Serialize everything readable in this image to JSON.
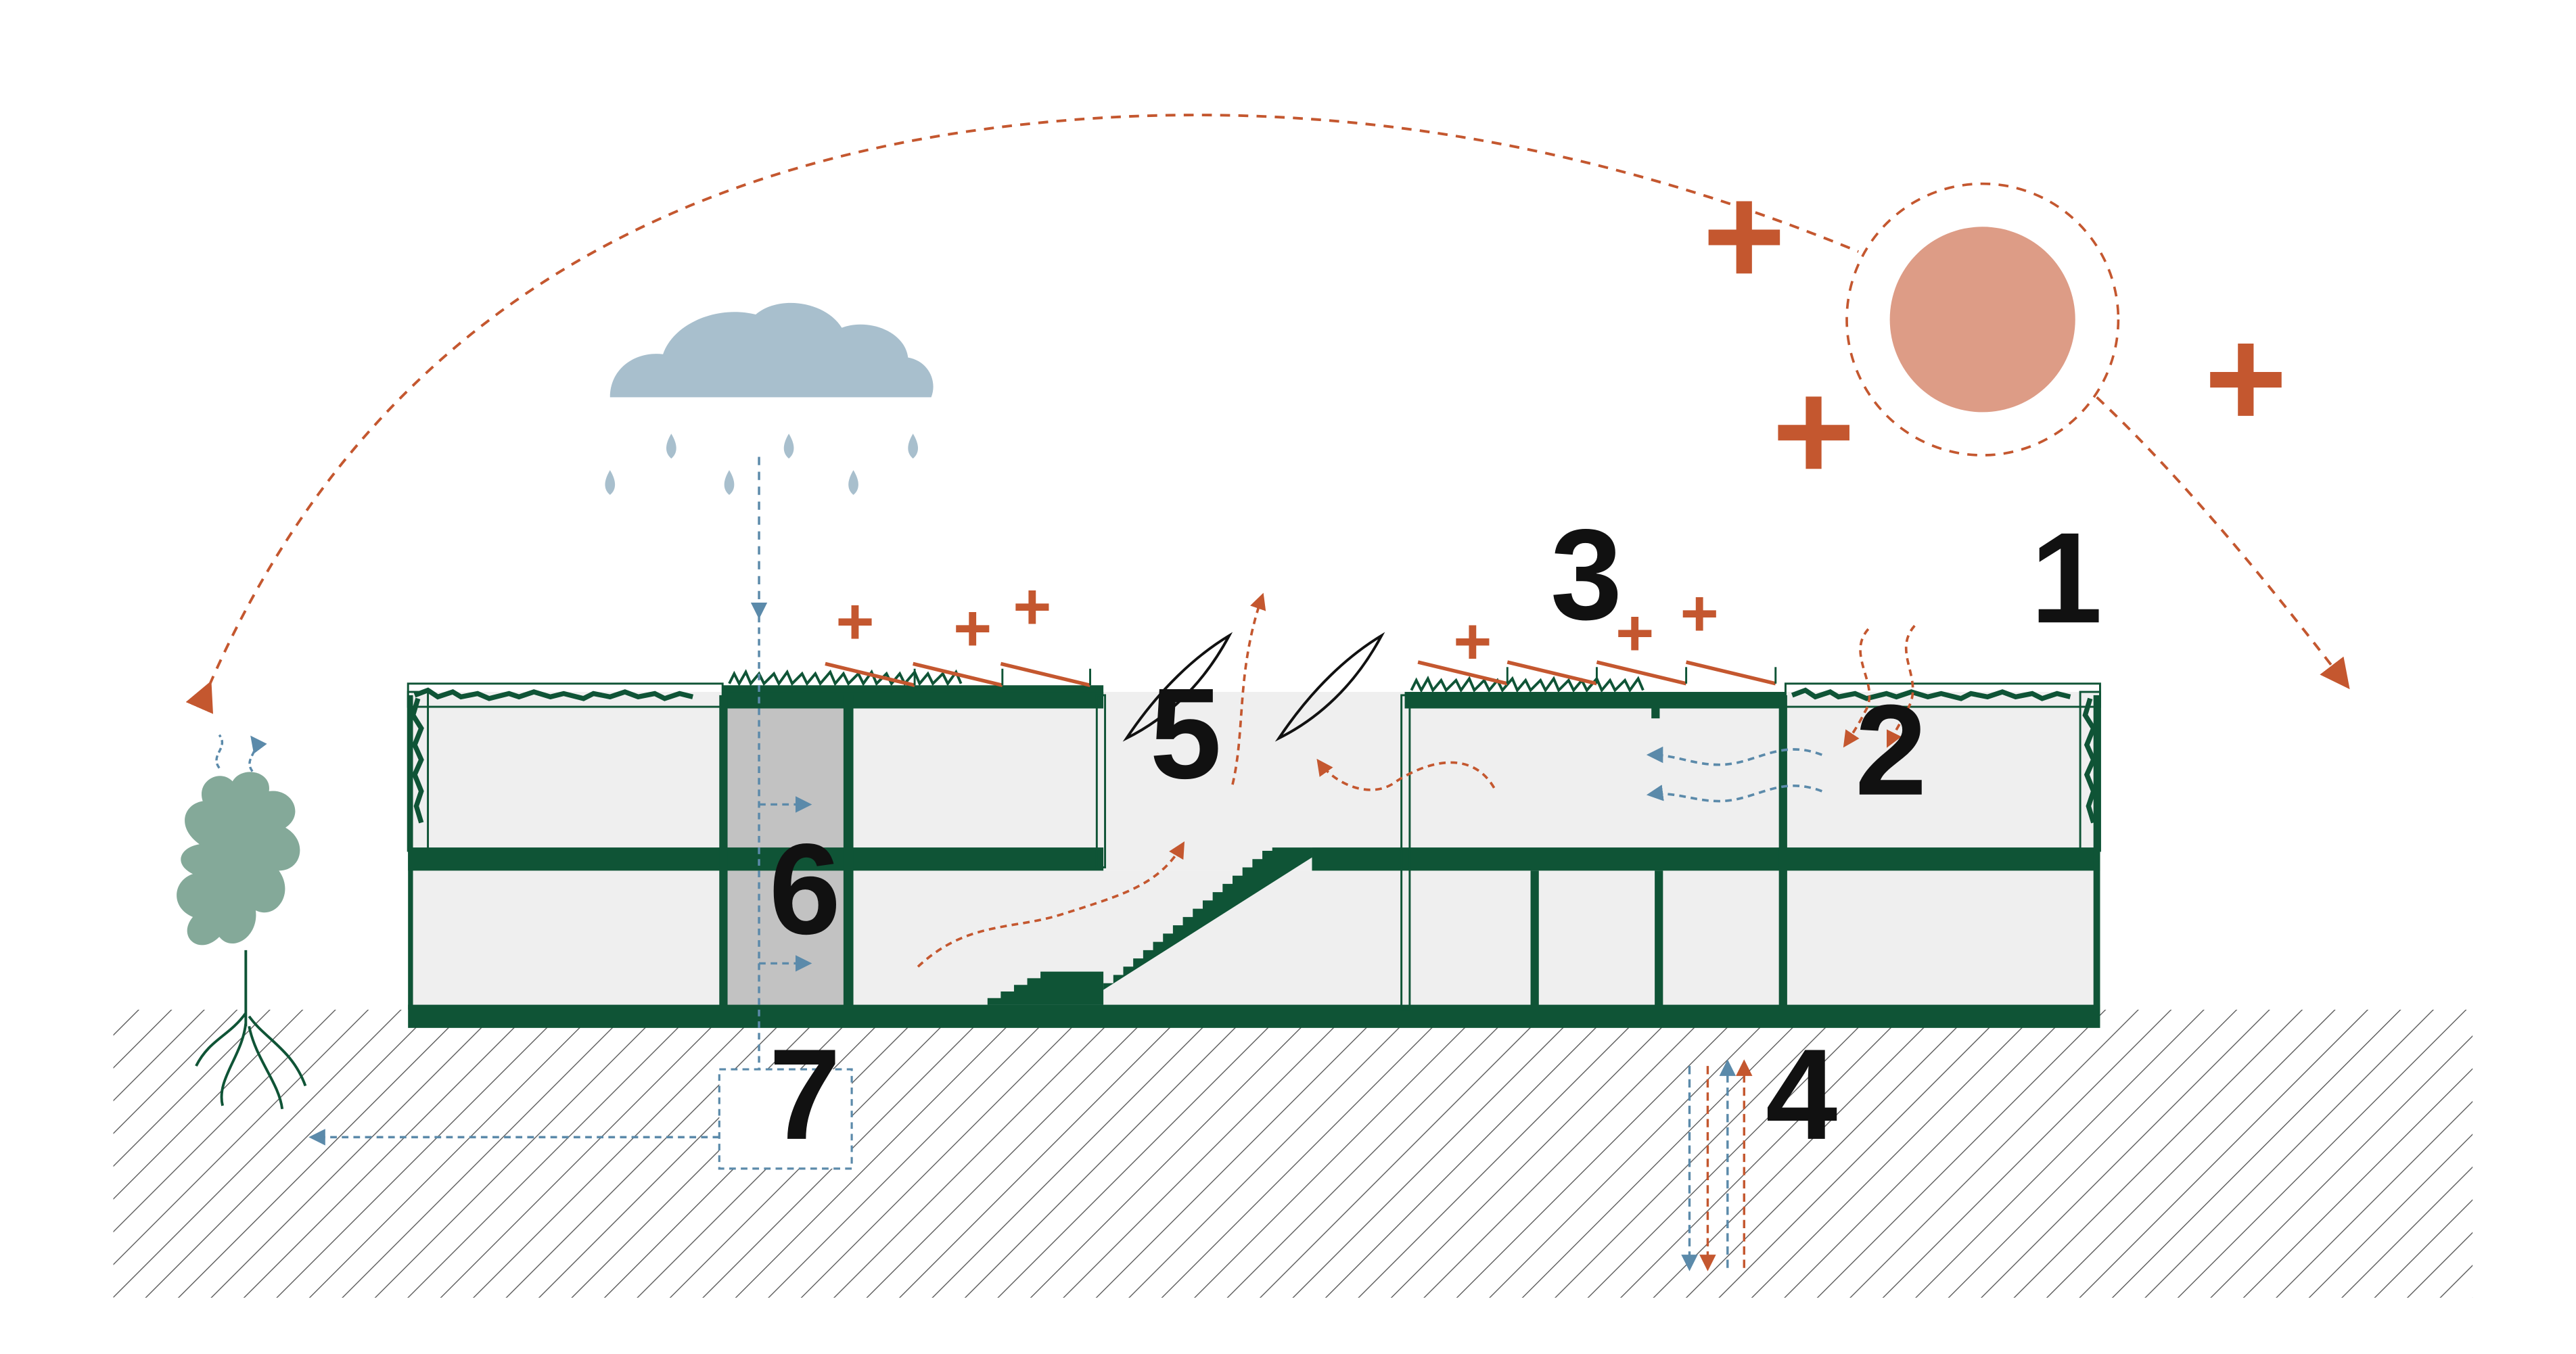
{
  "labels": {
    "l1": "1",
    "l2": "2",
    "l3": "3",
    "l4": "4",
    "l5": "5",
    "l6": "6",
    "l7": "7"
  },
  "plus_sign": "+",
  "colors": {
    "structure": "#0f5436",
    "interior": "#efefef",
    "light_well": "#c2c2c2",
    "heat": "#c4572f",
    "water": "#5b8aaa",
    "cloud": "#a8bfcd",
    "sun": "#dd9c86",
    "tree": "#84a999",
    "ground_hatch": "#555555"
  },
  "icons": {
    "sun": "sun-icon",
    "cloud": "cloud-icon",
    "rain": "raindrop-icon",
    "tree": "tree-icon",
    "solar_panel": "solar-panel-icon",
    "louver": "louver-icon",
    "water_tank": "cistern-icon"
  }
}
